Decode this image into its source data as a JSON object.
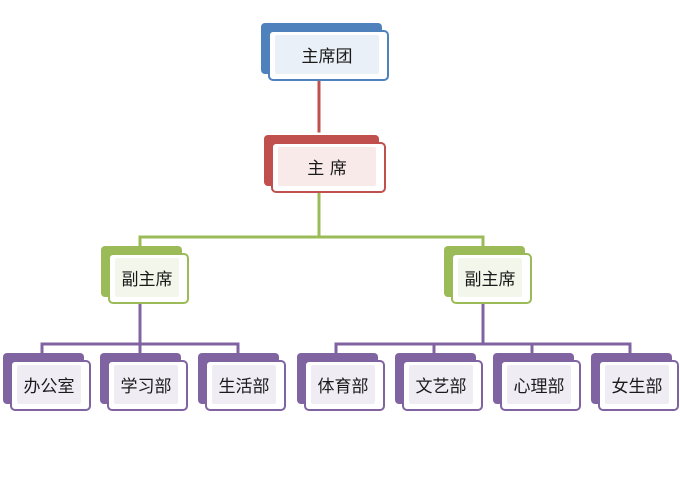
{
  "colors": {
    "blue": "#4f81bd",
    "red": "#c0504d",
    "green": "#9bbb59",
    "purple": "#8064a2"
  },
  "nodes": [
    {
      "label": "主席团",
      "color": "blue"
    },
    {
      "label": "主  席",
      "color": "red"
    },
    {
      "label": "副主席",
      "color": "green"
    },
    {
      "label": "副主席",
      "color": "green"
    },
    {
      "label": "办公室",
      "color": "purple"
    },
    {
      "label": "学习部",
      "color": "purple"
    },
    {
      "label": "生活部",
      "color": "purple"
    },
    {
      "label": "体育部",
      "color": "purple"
    },
    {
      "label": "文艺部",
      "color": "purple"
    },
    {
      "label": "心理部",
      "color": "purple"
    },
    {
      "label": "女生部",
      "color": "purple"
    }
  ]
}
